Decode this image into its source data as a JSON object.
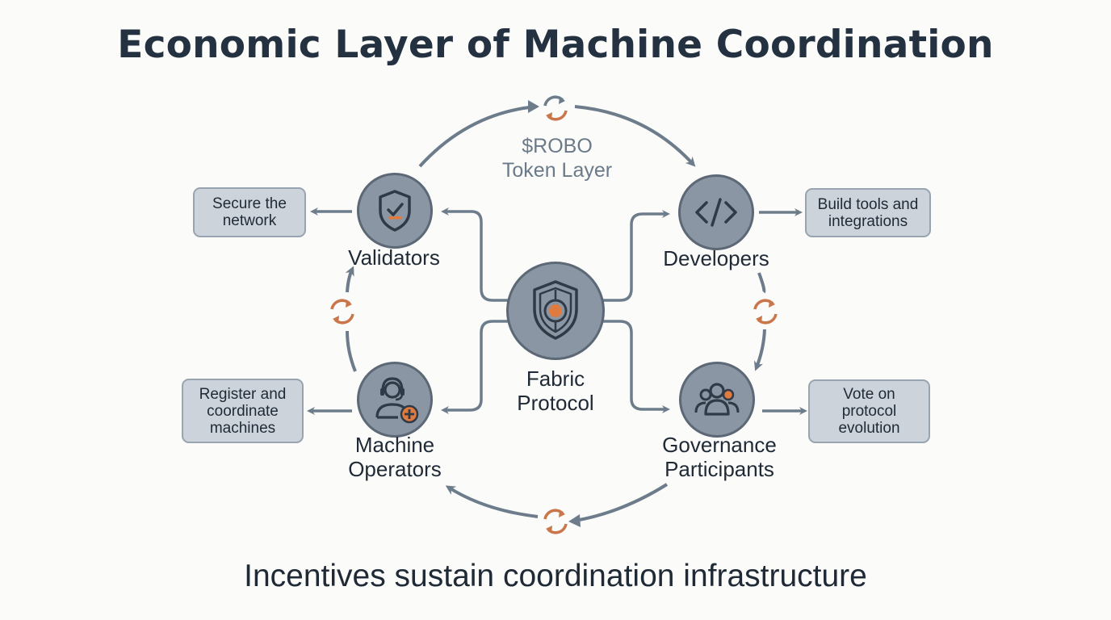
{
  "title": "Economic Layer of Machine Coordination",
  "token_layer": {
    "line1": "$ROBO",
    "line2": "Token Layer"
  },
  "center": {
    "line1": "Fabric",
    "line2": "Protocol"
  },
  "roles": {
    "validators": {
      "label": "Validators",
      "description": "Secure the network"
    },
    "developers": {
      "label": "Developers",
      "description": "Build tools and integrations"
    },
    "operators": {
      "label_line1": "Machine",
      "label_line2": "Operators",
      "description": "Register and coordinate machines"
    },
    "governance": {
      "label_line1": "Governance",
      "label_line2": "Participants",
      "description": "Vote on protocol evolution"
    }
  },
  "footer": "Incentives sustain coordination infrastructure",
  "colors": {
    "title": "#243140",
    "node_fill": "#8a96a3",
    "node_border": "#5c6875",
    "arrow": "#6d7c8b",
    "accent": "#e07b3f",
    "box_fill": "#ccd3da"
  },
  "icons": {
    "validators": "shield-check-icon",
    "developers": "code-brackets-icon",
    "operators": "headset-user-plus-icon",
    "governance": "people-group-icon",
    "center": "shield-target-icon",
    "cycle": "refresh-cycle-icon"
  }
}
